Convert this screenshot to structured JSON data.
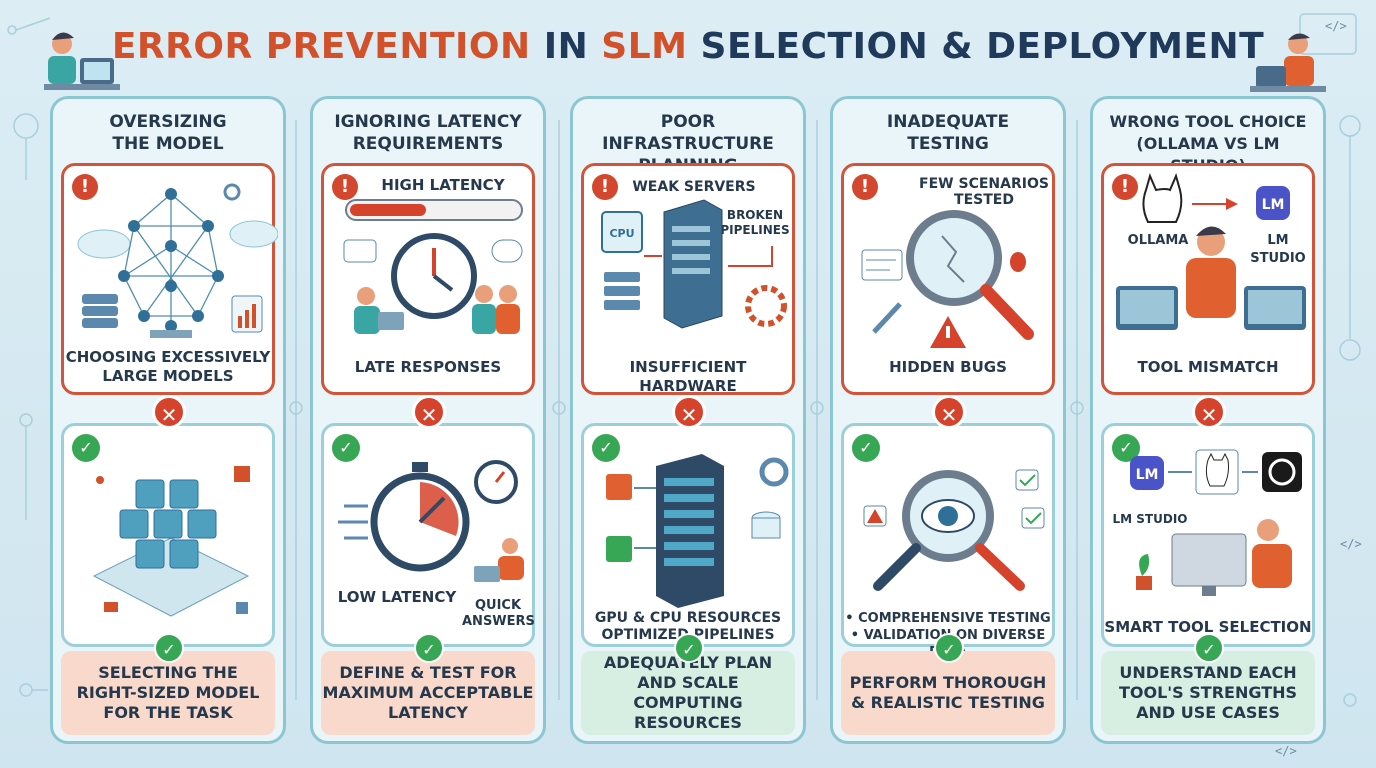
{
  "title": {
    "part1": "ERROR PREVENTION",
    "part2": "IN",
    "part3": "SLM",
    "part4": "SELECTION & DEPLOYMENT"
  },
  "columns": [
    {
      "title_lines": [
        "OVERSIZING",
        "THE MODEL"
      ],
      "bad_caption_lines": [
        "CHOOSING EXCESSIVELY",
        "LARGE MODELS"
      ],
      "bottom_lines": [
        "SELECTING THE",
        "RIGHT-SIZED MODEL",
        "FOR THE TASK"
      ]
    },
    {
      "title_lines": [
        "IGNORING LATENCY",
        "REQUIREMENTS"
      ],
      "bad_label": "HIGH LATENCY",
      "bad_caption_lines": [
        "LATE RESPONSES"
      ],
      "good_label": "LOW LATENCY",
      "good_label2_lines": [
        "QUICK",
        "ANSWERS"
      ],
      "latency_bar_fill": 0.45,
      "bottom_lines": [
        "DEFINE & TEST FOR",
        "MAXIMUM ACCEPTABLE",
        "LATENCY"
      ]
    },
    {
      "title_lines": [
        "POOR INFRASTRUCTURE",
        "PLANNING"
      ],
      "bad_label": "WEAK SERVERS",
      "bad_label2_lines": [
        "BROKEN",
        "PIPELINES"
      ],
      "cpu_chip": "CPU",
      "bad_caption_lines": [
        "INSUFFICIENT HARDWARE"
      ],
      "good_caption_lines": [
        "GPU & CPU RESOURCES",
        "OPTIMIZED PIPELINES"
      ],
      "bottom_lines": [
        "ADEQUATELY PLAN",
        "AND SCALE COMPUTING",
        "RESOURCES"
      ]
    },
    {
      "title_lines": [
        "INADEQUATE",
        "TESTING"
      ],
      "bad_label_lines": [
        "FEW SCENARIOS",
        "TESTED"
      ],
      "bad_caption_lines": [
        "HIDDEN BUGS"
      ],
      "good_caption_lines": [
        "• COMPREHENSIVE TESTING",
        "• VALIDATION ON DIVERSE DATA"
      ],
      "bottom_lines": [
        "PERFORM THOROUGH",
        "& REALISTIC TESTING"
      ]
    },
    {
      "title_lines": [
        "WRONG TOOL CHOICE",
        "(OLLAMA VS LM STUDIO)"
      ],
      "bad_label_left": "OLLAMA",
      "bad_label_right": "LM STUDIO",
      "lm_logo": "LM",
      "bad_caption_lines": [
        "TOOL MISMATCH"
      ],
      "good_label": "LM STUDIO",
      "good_caption_lines": [
        "SMART TOOL SELECTION"
      ],
      "bottom_lines": [
        "UNDERSTAND EACH",
        "TOOL'S STRENGTHS",
        "AND USE CASES"
      ]
    }
  ],
  "icons": {
    "warn": "!",
    "x": "✕",
    "check": "✓",
    "code": "</>"
  },
  "colors": {
    "accent": "#d2512b",
    "navy": "#1f3a5a",
    "teal": "#8cc6d3",
    "green": "#37a655",
    "red": "#d6432c"
  }
}
